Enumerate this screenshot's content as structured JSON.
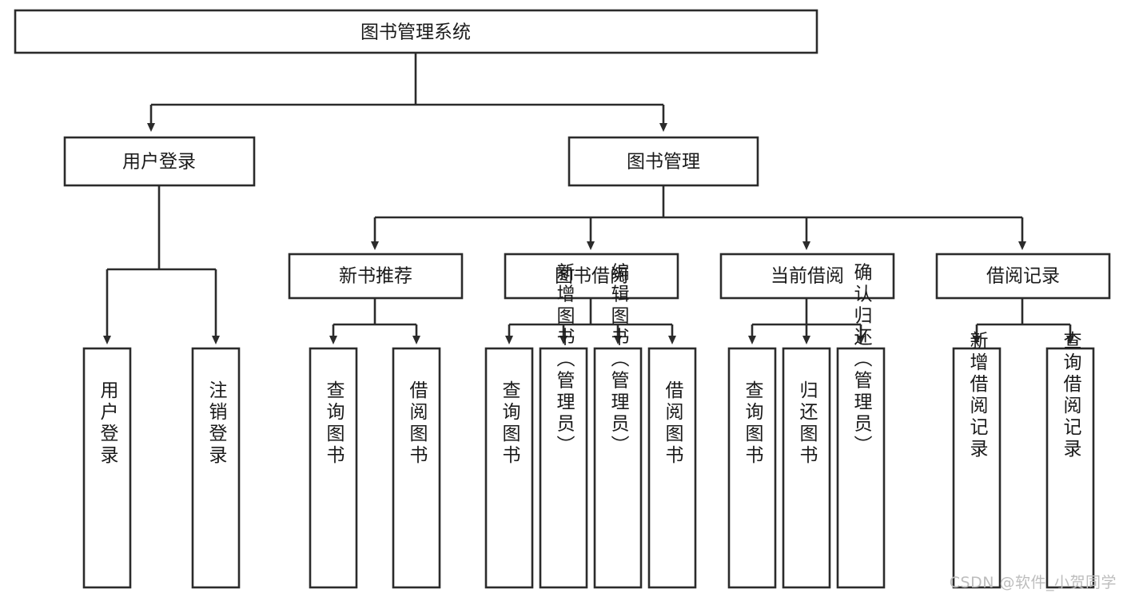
{
  "diagram": {
    "type": "tree-hierarchy",
    "title": "图书管理系统",
    "root": {
      "label": "图书管理系统",
      "orientation": "horizontal"
    },
    "level2": [
      {
        "label": "用户登录",
        "orientation": "horizontal"
      },
      {
        "label": "图书管理",
        "orientation": "horizontal"
      }
    ],
    "level3": [
      {
        "label": "新书推荐",
        "orientation": "horizontal"
      },
      {
        "label": "图书借阅",
        "orientation": "horizontal"
      },
      {
        "label": "当前借阅",
        "orientation": "horizontal"
      },
      {
        "label": "借阅记录",
        "orientation": "horizontal"
      }
    ],
    "leaves": {
      "user_login": [
        {
          "label": "用户登录",
          "orientation": "vertical"
        },
        {
          "label": "注销登录",
          "orientation": "vertical"
        }
      ],
      "new_book_recommend": [
        {
          "label": "查询图书",
          "orientation": "vertical"
        },
        {
          "label": "借阅图书",
          "orientation": "vertical"
        }
      ],
      "book_borrow": [
        {
          "label": "查询图书",
          "orientation": "vertical"
        },
        {
          "label": "新增图书（管理员）",
          "orientation": "vertical"
        },
        {
          "label": "编辑图书（管理员）",
          "orientation": "vertical"
        },
        {
          "label": "借阅图书",
          "orientation": "vertical"
        }
      ],
      "current_borrow": [
        {
          "label": "查询图书",
          "orientation": "vertical"
        },
        {
          "label": "归还图书",
          "orientation": "vertical"
        },
        {
          "label": "确认归还（管理员）",
          "orientation": "vertical"
        }
      ],
      "borrow_record": [
        {
          "label": "新增借阅记录",
          "orientation": "vertical"
        },
        {
          "label": "查询借阅记录",
          "orientation": "vertical"
        }
      ]
    },
    "watermark": "CSDN @软件_小贺同学",
    "colors": {
      "stroke": "#2b2b2b",
      "fill": "#ffffff",
      "text": "#1a1a1a",
      "watermark": "#bdbdbd",
      "background": "#ffffff"
    }
  }
}
